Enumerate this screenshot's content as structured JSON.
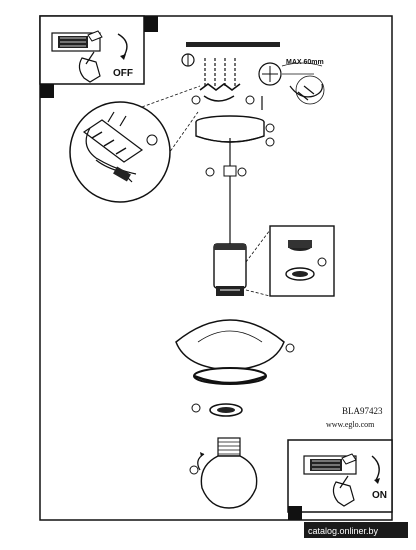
{
  "switch_off": {
    "label": "OFF"
  },
  "switch_on": {
    "label": "ON"
  },
  "max_wattage": {
    "label": "MAX 60mm"
  },
  "product_code": {
    "text": "BLA97423"
  },
  "website": {
    "text": "www.eglo.com"
  },
  "watermark": {
    "text": "catalog.onliner.by"
  },
  "icons": {
    "off": "hand-switch-off-icon",
    "on": "hand-switch-on-icon",
    "max": "max-length-icon"
  },
  "colors": {
    "line": "#111111",
    "paper": "#ffffff",
    "watermark_bg": "#1a1a1a"
  }
}
